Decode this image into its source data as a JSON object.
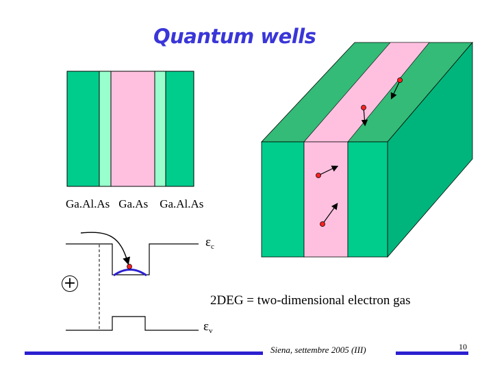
{
  "title": "Quantum wells",
  "layers": {
    "left_barrier": "Ga.Al.As",
    "well": "Ga.As",
    "right_barrier": "Ga.Al.As"
  },
  "band_labels": {
    "conduction_symbol": "ε",
    "conduction_sub": "c",
    "valence_symbol": "ε",
    "valence_sub": "v"
  },
  "donor_symbol": "+",
  "caption": "2DEG = two-dimensional electron gas",
  "footer": "Siena, settembre 2005 (III)",
  "page_number": "10",
  "colors": {
    "barrier_green": "#00cc8c",
    "spacer_light_green": "#99ffcc",
    "well_pink": "#ffc0e0",
    "top_face_green": "#33bb77",
    "side_face_green": "#00b57c",
    "electron_red": "#ff2222",
    "accent_blue": "#2b1fd0",
    "title_blue": "#3a36d8"
  }
}
